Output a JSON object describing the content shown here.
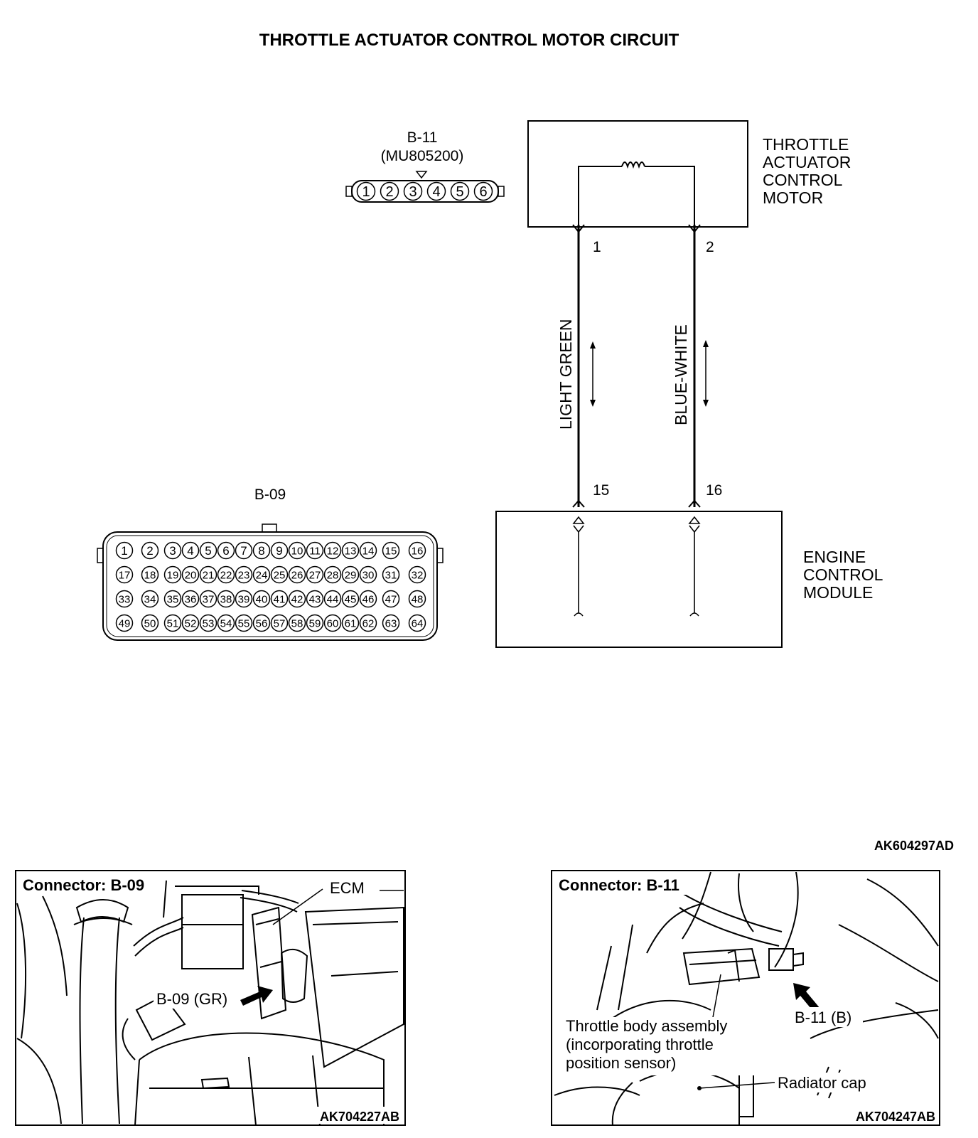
{
  "title": "THROTTLE ACTUATOR CONTROL MOTOR CIRCUIT",
  "diagram_id": "AK604297AD",
  "connector_b11": {
    "name": "B-11",
    "part": "(MU805200)",
    "pins": [
      "1",
      "2",
      "3",
      "4",
      "5",
      "6"
    ]
  },
  "connector_b09": {
    "name": "B-09",
    "rows": [
      [
        "1",
        "2",
        "3",
        "4",
        "5",
        "6",
        "7",
        "8",
        "9",
        "10",
        "11",
        "12",
        "13",
        "14",
        "15",
        "16"
      ],
      [
        "17",
        "18",
        "19",
        "20",
        "21",
        "22",
        "23",
        "24",
        "25",
        "26",
        "27",
        "28",
        "29",
        "30",
        "31",
        "32"
      ],
      [
        "33",
        "34",
        "35",
        "36",
        "37",
        "38",
        "39",
        "40",
        "41",
        "42",
        "43",
        "44",
        "45",
        "46",
        "47",
        "48"
      ],
      [
        "49",
        "50",
        "51",
        "52",
        "53",
        "54",
        "55",
        "56",
        "57",
        "58",
        "59",
        "60",
        "61",
        "62",
        "63",
        "64"
      ]
    ]
  },
  "motor": {
    "lines": [
      "THROTTLE",
      "ACTUATOR",
      "CONTROL",
      "MOTOR"
    ]
  },
  "ecm": {
    "lines": [
      "ENGINE",
      "CONTROL",
      "MODULE"
    ]
  },
  "wires": [
    {
      "color_label": "LIGHT GREEN",
      "motor_pin": "1",
      "ecm_pin": "15"
    },
    {
      "color_label": "BLUE-WHITE",
      "motor_pin": "2",
      "ecm_pin": "16"
    }
  ],
  "photo_left": {
    "heading": "Connector: B-09",
    "callout_ecm": "ECM",
    "callout_connector": "B-09 (GR)",
    "photo_id": "AK704227AB"
  },
  "photo_right": {
    "heading": "Connector: B-11",
    "callout_body": [
      "Throttle body assembly",
      "(incorporating throttle",
      "position sensor)"
    ],
    "callout_connector": "B-11 (B)",
    "callout_cap": "Radiator cap",
    "photo_id": "AK704247AB"
  }
}
